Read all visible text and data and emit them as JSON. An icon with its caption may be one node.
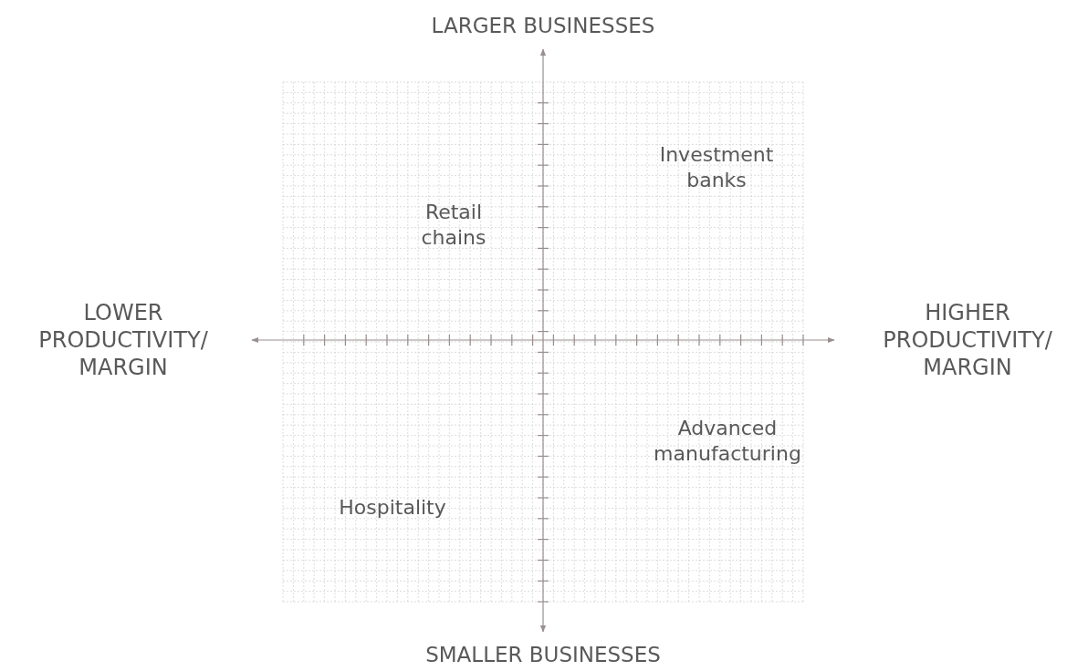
{
  "diagram": {
    "labels": [
      "LARGER BUSINESSES",
      "Investment banks",
      "Retail chains",
      "LOWER PRODUCTIVITY/ MARGIN",
      "HIGHER PRODUCTIVITY/ MARGIN",
      "Advanced manufacturing",
      "Hospitality",
      "SMALLER BUSINESSES"
    ]
  }
}
